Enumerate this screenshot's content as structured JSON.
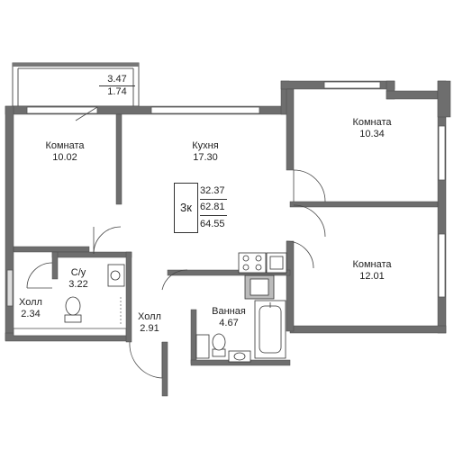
{
  "rooms": {
    "room_left": {
      "name": "Комната",
      "area": "10.02"
    },
    "kitchen": {
      "name": "Кухня",
      "area": "17.30"
    },
    "room_top_right": {
      "name": "Комната",
      "area": "10.34"
    },
    "room_bottom_right": {
      "name": "Комната",
      "area": "12.01"
    },
    "wc": {
      "name": "С/у",
      "area": "3.22"
    },
    "hall_left": {
      "name": "Холл",
      "area": "2.34"
    },
    "hall_center": {
      "name": "Холл",
      "area": "2.91"
    },
    "bathroom": {
      "name": "Ванная",
      "area": "4.67"
    },
    "balcony": {
      "area_outer": "3.47",
      "area_inner": "1.74"
    }
  },
  "summary": {
    "rooms_count": "3к",
    "living_area": "32.37",
    "total_area": "62.81",
    "total_with_balcony": "64.55"
  },
  "colors": {
    "wall": "#6e6e6e",
    "wall_dark": "#4a4a4a",
    "line": "#333333",
    "glass": "#dddddd"
  }
}
